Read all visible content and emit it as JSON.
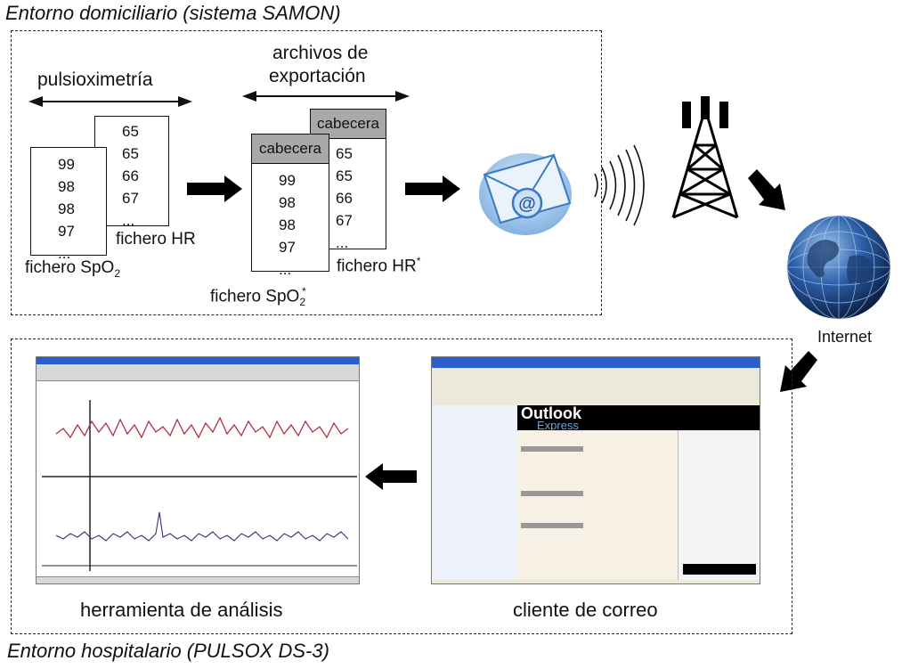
{
  "top": {
    "caption": "Entorno domiciliario (sistema SAMON)",
    "pulsioximetria": "pulsioximetría",
    "archivos_line1": "archivos de",
    "archivos_line2": "exportación",
    "raw_hr_values": [
      "65",
      "65",
      "66",
      "67",
      "..."
    ],
    "raw_spo2_values": [
      "99",
      "98",
      "98",
      "97",
      "..."
    ],
    "raw_hr_label": "fichero HR",
    "raw_spo2_label": "fichero SpO",
    "subscript": "2",
    "export_header": "cabecera",
    "export_hr_values": [
      "65",
      "65",
      "66",
      "67",
      "..."
    ],
    "export_spo2_values": [
      "99",
      "98",
      "98",
      "97",
      "..."
    ],
    "export_hr_label": "fichero HR",
    "export_spo2_label": "fichero SpO",
    "asterisk": "*"
  },
  "internet_label": "Internet",
  "bottom": {
    "caption": "Entorno hospitalario (PULSOX DS-3)",
    "analysis_label": "herramienta de análisis",
    "mail_label": "cliente de correo",
    "outlook_title": "Outlook",
    "outlook_subtitle": "Express"
  },
  "colors": {
    "header_gray": "#a9a9a9",
    "spo2_trace": "#b03040",
    "hr_trace": "#303080",
    "window_blue": "#2a5fd0"
  }
}
